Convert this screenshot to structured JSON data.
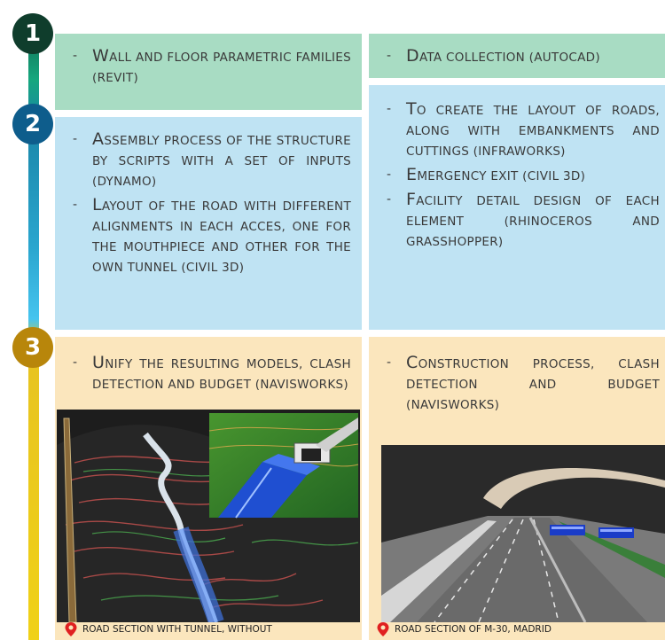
{
  "steps": {
    "one": "1",
    "two": "2",
    "three": "3"
  },
  "row1": {
    "left": [
      "Wall and floor parametric families (REVIT)"
    ],
    "right": [
      "Data collection (AUTOCAD)"
    ]
  },
  "row2": {
    "left": [
      "Assembly process of the structure by scripts with a set of inputs (DYNAMO)",
      "Layout of the road with different alignments in each acces, one for the mouthpiece and other for the own tunnel (CIVIL 3D)"
    ],
    "right": [
      "To create the layout of roads, along with embankments and cuttings (INFRAWORKS)",
      "Emergency exit (CIVIL 3D)",
      "Facility detail design of each element (RHINOCEROS and GRASSHOPPER)"
    ]
  },
  "row3": {
    "left": [
      "Unify the resulting models, clash detection and budget (NAVISWORKS)"
    ],
    "right": [
      "Construction process, clash detection and budget (NAVISWORKS)"
    ]
  },
  "captions": {
    "left": "Road section with tunnel, without",
    "right": "Road section of M-30, Madrid"
  },
  "icons": {
    "caption_pin": "map-pin-icon"
  },
  "colors": {
    "step1": "#0f3d2c",
    "step2": "#0e5d8c",
    "step3": "#b8860b",
    "green_box": "#a8dcc3",
    "blue_box": "#bfe3f3",
    "yellow_box": "#fbe6bd",
    "pin": "#e02020"
  }
}
